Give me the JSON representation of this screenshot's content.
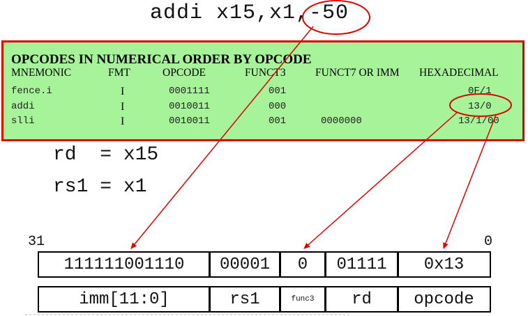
{
  "instruction": "addi x15,x1,-50",
  "table": {
    "title": "OPCODES IN NUMERICAL ORDER BY OPCODE",
    "headers": {
      "mnemonic": "MNEMONIC",
      "fmt": "FMT",
      "opcode": "OPCODE",
      "funct3": "FUNCT3",
      "funct7": "FUNCT7 OR IMM",
      "hex": "HEXADECIMAL"
    },
    "rows": [
      {
        "mnemonic": "fence.i",
        "fmt": "I",
        "opcode": "0001111",
        "funct3": "001",
        "funct7": "",
        "hex": "0F/1"
      },
      {
        "mnemonic": "addi",
        "fmt": "I",
        "opcode": "0010011",
        "funct3": "000",
        "funct7": "",
        "hex": "13/0"
      },
      {
        "mnemonic": "slli",
        "fmt": "I",
        "opcode": "0010011",
        "funct3": "001",
        "funct7": "0000000",
        "hex": "13/1/00"
      }
    ]
  },
  "assignments": {
    "rd": "rd  = x15",
    "rs1": "rs1 = x1"
  },
  "encoding": {
    "bit_high": "31",
    "bit_low": "0",
    "values": [
      "111111001110",
      "00001",
      "0",
      "01111",
      "0x13"
    ],
    "labels": [
      "imm[11:0]",
      "rs1",
      "func3",
      "rd",
      "opcode"
    ]
  },
  "colors": {
    "highlight": "#e00000",
    "table_bg": "#a7f39a"
  }
}
